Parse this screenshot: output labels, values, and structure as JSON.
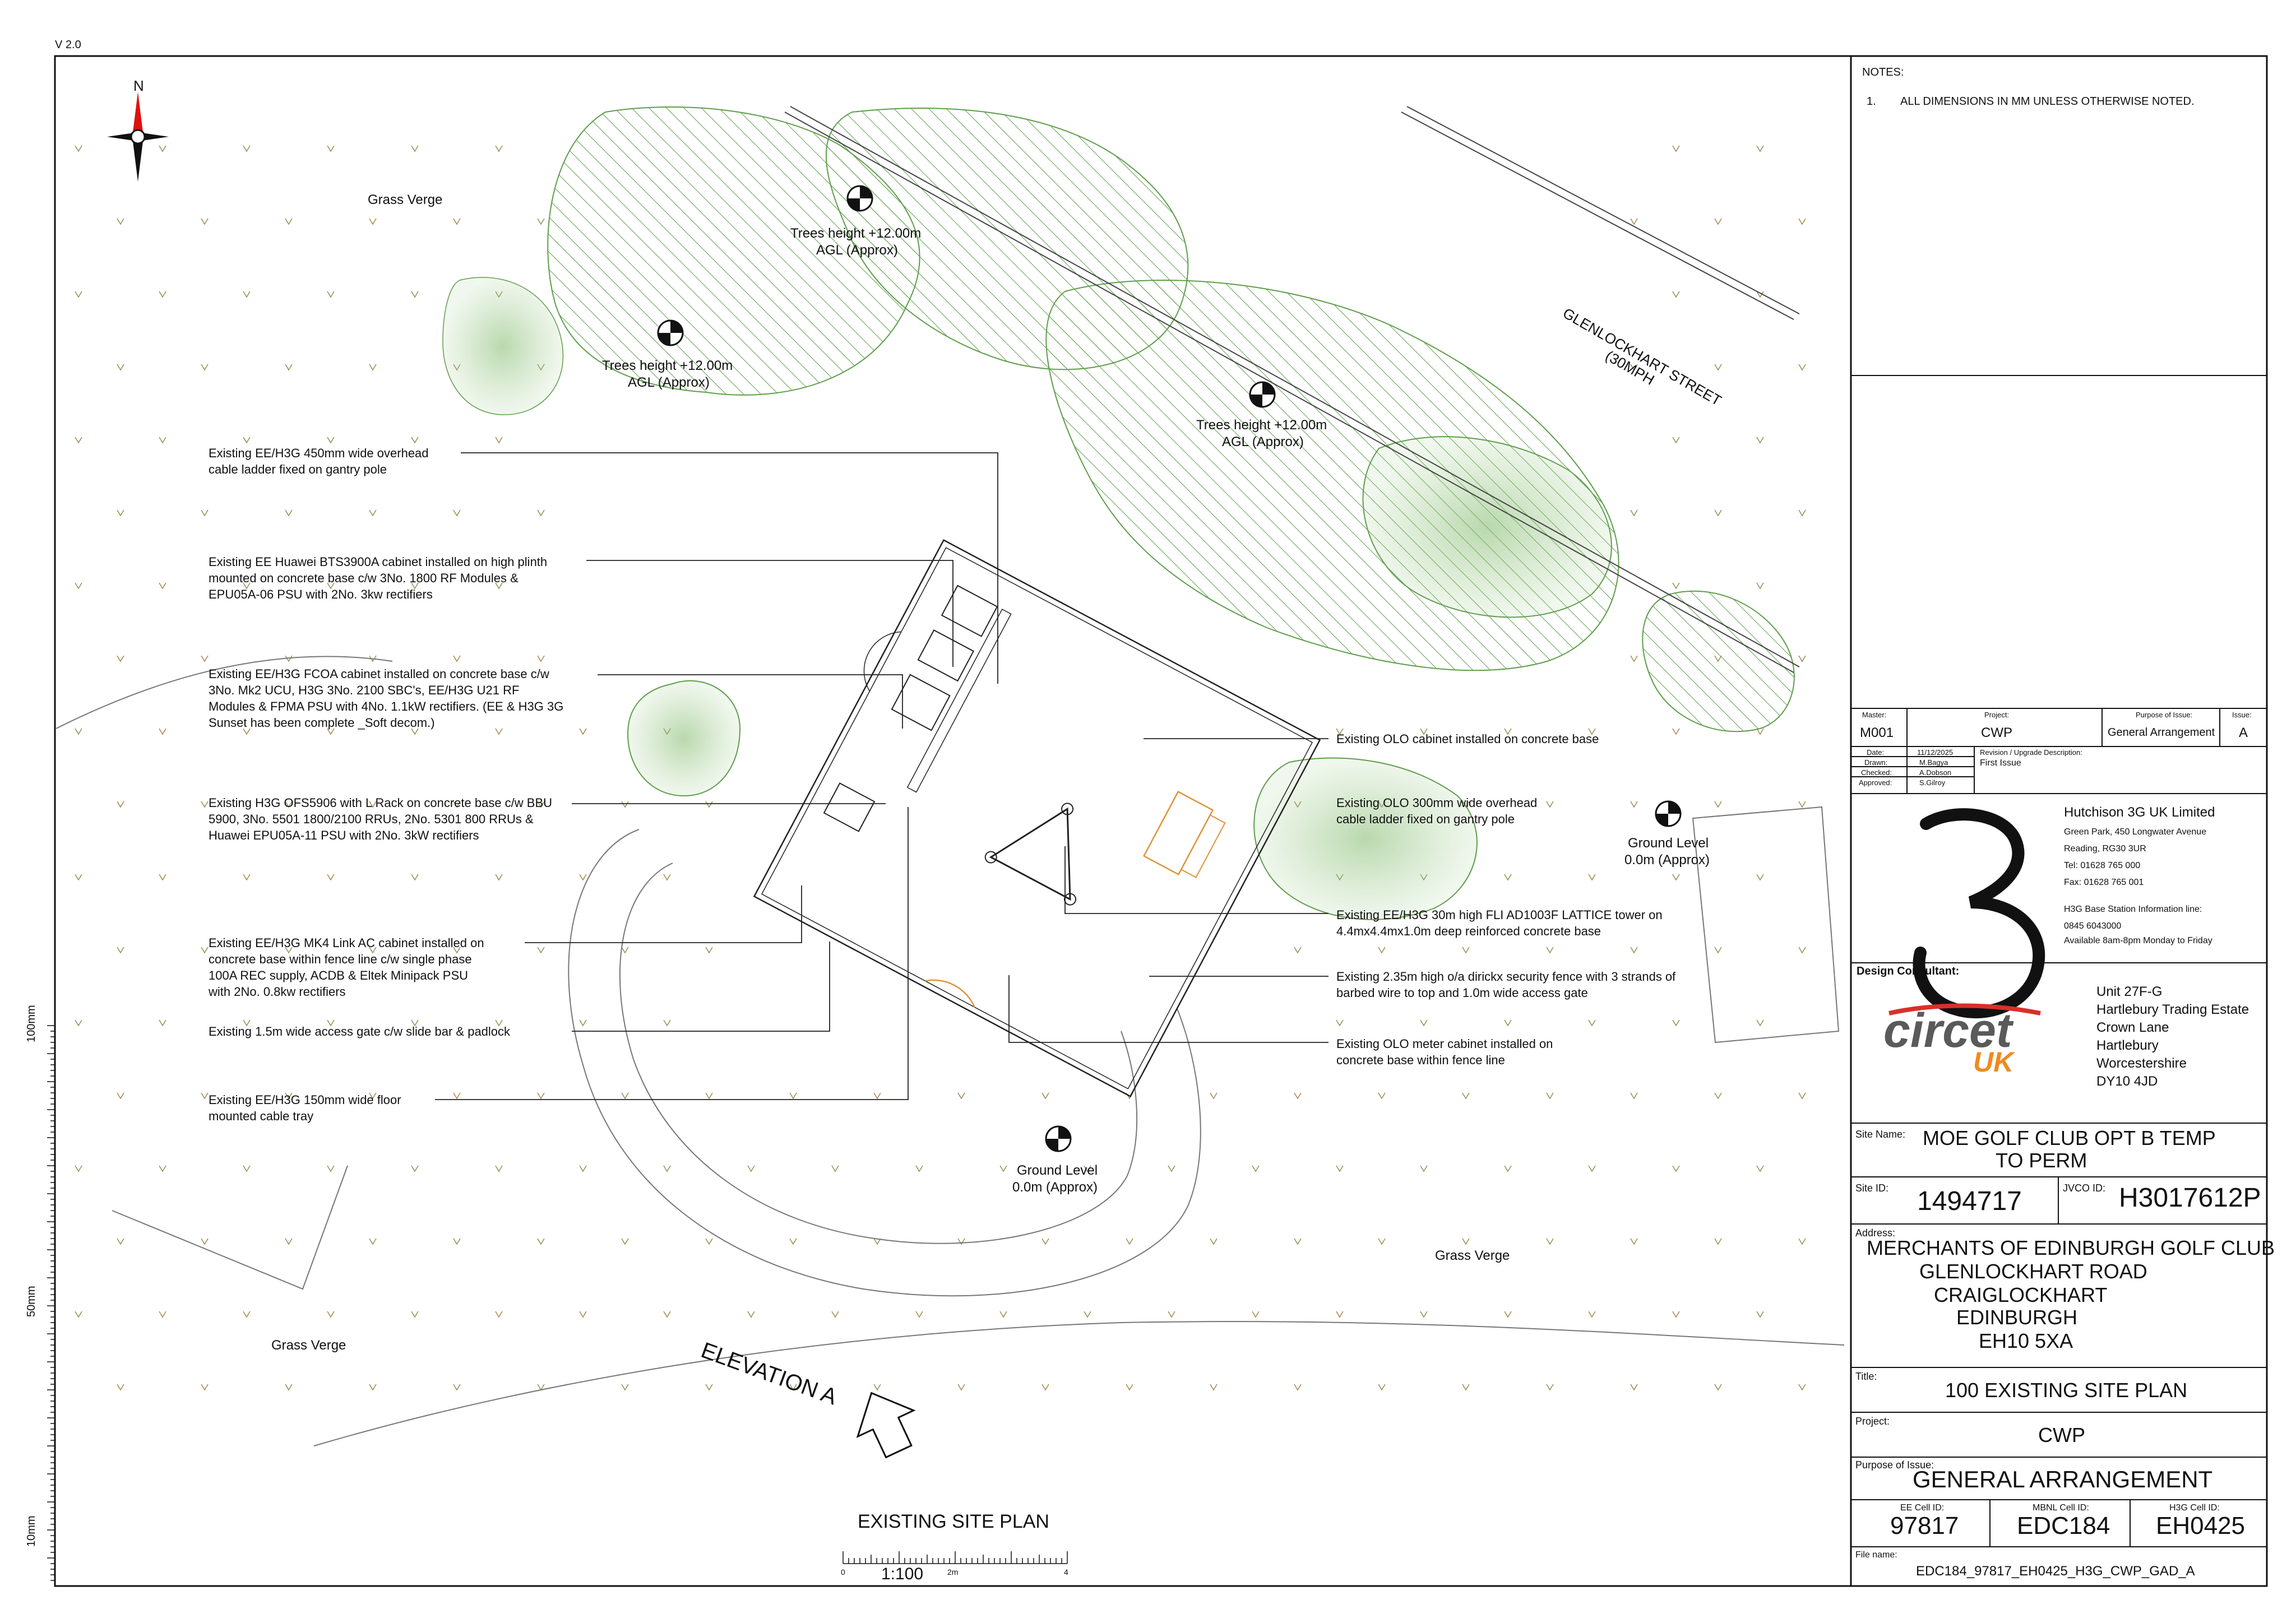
{
  "version": "V 2.0",
  "north": "N",
  "drawing_title": "EXISTING SITE PLAN",
  "elevation": "ELEVATION A",
  "scale": {
    "ratio": "1:100",
    "t0": "0",
    "t1": "2m",
    "t2": "4"
  },
  "margin_marks": [
    "100mm",
    "50mm",
    "10mm"
  ],
  "road": {
    "line1": "GLENLOCKHART STREET",
    "line2": "(30MPH"
  },
  "site_labels": {
    "grass1": "Grass Verge",
    "grass2": "Grass Verge",
    "grass3": "Grass Verge",
    "tree1": [
      "Trees height +12.00m",
      "AGL (Approx)"
    ],
    "tree2": [
      "Trees height +12.00m",
      "AGL (Approx)"
    ],
    "tree3": [
      "Trees height +12.00m",
      "AGL (Approx)"
    ],
    "ground1": [
      "Ground Level",
      "0.0m (Approx)"
    ],
    "ground2": [
      "Ground Level",
      "0.0m (Approx)"
    ]
  },
  "callouts_left": [
    [
      "Existing EE/H3G 450mm wide overhead",
      "cable ladder fixed on gantry pole"
    ],
    [
      "Existing EE Huawei BTS3900A cabinet installed on high plinth",
      "mounted on concrete base c/w 3No. 1800 RF Modules &",
      "EPU05A-06 PSU with 2No. 3kw rectifiers"
    ],
    [
      "Existing EE/H3G FCOA cabinet installed  on concrete base  c/w",
      "3No. Mk2 UCU, H3G 3No. 2100 SBC's, EE/H3G U21 RF",
      "Modules & FPMA PSU with 4No. 1.1kW rectifiers. (EE & H3G 3G",
      "Sunset has been complete _Soft decom.)"
    ],
    [
      "Existing H3G OFS5906 with L Rack on concrete base c/w BBU",
      "5900, 3No. 5501 1800/2100 RRUs, 2No. 5301 800 RRUs &",
      "Huawei EPU05A-11 PSU with 2No. 3kW rectifiers"
    ],
    [
      "Existing EE/H3G MK4 Link AC cabinet installed on",
      "concrete base within fence line c/w single phase",
      "100A REC supply, ACDB & Eltek Minipack PSU",
      "with 2No. 0.8kw rectifiers"
    ],
    [
      "Existing 1.5m  wide access gate c/w slide bar & padlock"
    ],
    [
      "Existing EE/H3G 150mm wide floor",
      "mounted cable tray"
    ]
  ],
  "callouts_right": [
    [
      "Existing OLO cabinet installed on concrete base"
    ],
    [
      "Existing OLO 300mm wide overhead",
      "cable ladder fixed on gantry pole"
    ],
    [
      "Existing EE/H3G 30m high FLI AD1003F LATTICE tower on",
      "4.4mx4.4mx1.0m deep reinforced concrete base"
    ],
    [
      "Existing 2.35m high o/a dirickx security fence with 3 strands of",
      "barbed wire to top and 1.0m wide access gate"
    ],
    [
      "Existing OLO meter cabinet installed on",
      "concrete base within fence line"
    ]
  ],
  "notes": {
    "heading": "NOTES:",
    "items": [
      {
        "num": "1.",
        "text": "ALL DIMENSIONS IN MM UNLESS OTHERWISE NOTED."
      }
    ]
  },
  "title_block": {
    "master_label": "Master:",
    "master": "M001",
    "project_label": "Project:",
    "project": "CWP",
    "purpose_label": "Purpose of Issue:",
    "purpose": "General Arrangement",
    "issue_label": "Issue:",
    "issue": "A",
    "date_label": "Date:",
    "date": "11/12/2025",
    "drawn_label": "Drawn:",
    "drawn": "M.Bagya",
    "checked_label": "Checked:",
    "checked": "A.Dobson",
    "approved_label": "Approved:",
    "approved": "S.Gilroy",
    "revision_label": "Revision / Upgrade Description:",
    "revision": "First Issue",
    "client": {
      "name": "Hutchison 3G UK Limited",
      "addr1": "Green Park, 450 Longwater Avenue",
      "addr2": "Reading, RG30 3UR",
      "tel": "Tel: 01628 765 000",
      "fax": "Fax: 01628 765 001",
      "info_line": "H3G Base Station Information line:",
      "info_phone": "0845 6043000",
      "hours": "Available 8am-8pm Monday to Friday"
    },
    "consultant_label": "Design Consultant:",
    "consultant": {
      "logo_main": "circet",
      "logo_sub": "UK",
      "addr": [
        "Unit 27F-G",
        "Hartlebury Trading Estate",
        "Crown Lane",
        "Hartlebury",
        "Worcestershire",
        "DY10 4JD"
      ]
    },
    "site_name_label": "Site Name:",
    "site_name": [
      "MOE GOLF CLUB OPT B TEMP",
      "TO PERM"
    ],
    "site_id_label": "Site ID:",
    "site_id": "1494717",
    "jvco_label": "JVCO ID:",
    "jvco_id": "H3017612P",
    "address_label": "Address:",
    "address": [
      "MERCHANTS OF EDINBURGH GOLF CLUB",
      "GLENLOCKHART ROAD",
      "CRAIGLOCKHART",
      "EDINBURGH",
      "EH10 5XA"
    ],
    "title_label": "Title:",
    "title": "100 EXISTING SITE PLAN",
    "project2_label": "Project:",
    "project2": "CWP",
    "purpose2_label": "Purpose of Issue:",
    "purpose2": "GENERAL ARRANGEMENT",
    "ee_label": "EE Cell ID:",
    "ee": "97817",
    "mbnl_label": "MBNL Cell ID:",
    "mbnl": "EDC184",
    "h3g_label": "H3G Cell ID:",
    "h3g": "EH0425",
    "file_label": "File name:",
    "file": "EDC184_97817_EH0425_H3G_CWP_GAD_A"
  },
  "colors": {
    "tree": "#5e9e4a",
    "olo": "#d9963a",
    "ink": "#222222",
    "north_red": "#e01010",
    "logo_red": "#d9302a",
    "logo_orange": "#f08a1e"
  }
}
